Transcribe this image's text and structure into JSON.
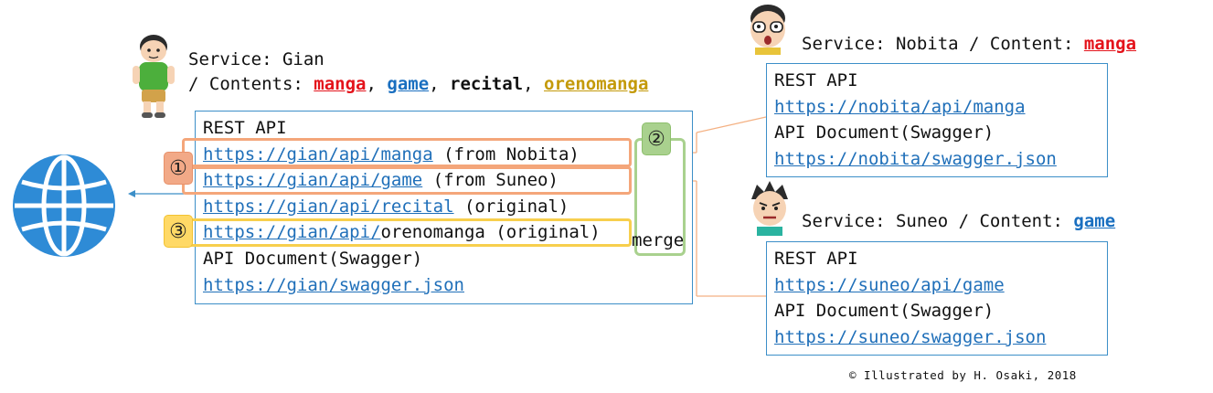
{
  "gian": {
    "title_line1": "Service: Gian",
    "title_prefix": "/ Contents: ",
    "contents": [
      "manga",
      "game",
      "recital",
      "orenomanga"
    ],
    "separator": ", ",
    "api": {
      "rest_label": "REST API",
      "rows": [
        {
          "url": "https://gian/api/manga",
          "note": " (from Nobita)"
        },
        {
          "url": "https://gian/api/game",
          "note": " (from Suneo)"
        },
        {
          "url": "https://gian/api/recital",
          "note": " (original)"
        },
        {
          "url": "https://gian/api/",
          "tail": "orenomanga",
          "note": " (original)"
        }
      ],
      "doc_label": "API Document(Swagger)",
      "doc_url": "https://gian/swagger.json"
    }
  },
  "nobita": {
    "title_prefix": "Service: Nobita / Content: ",
    "content": "manga",
    "api": {
      "rest_label": "REST API",
      "url": "https://nobita/api/manga",
      "doc_label": "API Document(Swagger)",
      "doc_url": "https://nobita/swagger.json"
    }
  },
  "suneo": {
    "title_prefix": "Service: Suneo / Content: ",
    "content": "game",
    "api": {
      "rest_label": "REST API",
      "url": "https://suneo/api/game",
      "doc_label": "API Document(Swagger)",
      "doc_url": "https://suneo/swagger.json"
    }
  },
  "badges": {
    "one": "①",
    "two": "②",
    "three": "③"
  },
  "merge_label": "merge",
  "copyright": "© Illustrated by H. Osaki, 2018",
  "colors": {
    "box_border": "#3c8fc8",
    "badge_one": "#f2a987",
    "badge_one_border": "#e8916a",
    "badge_two": "#a9d18e",
    "badge_two_border": "#8dbf6c",
    "badge_three": "#ffd966",
    "badge_three_border": "#f2c231",
    "connector": "#f4b183",
    "globe": "#2e8bd6"
  }
}
